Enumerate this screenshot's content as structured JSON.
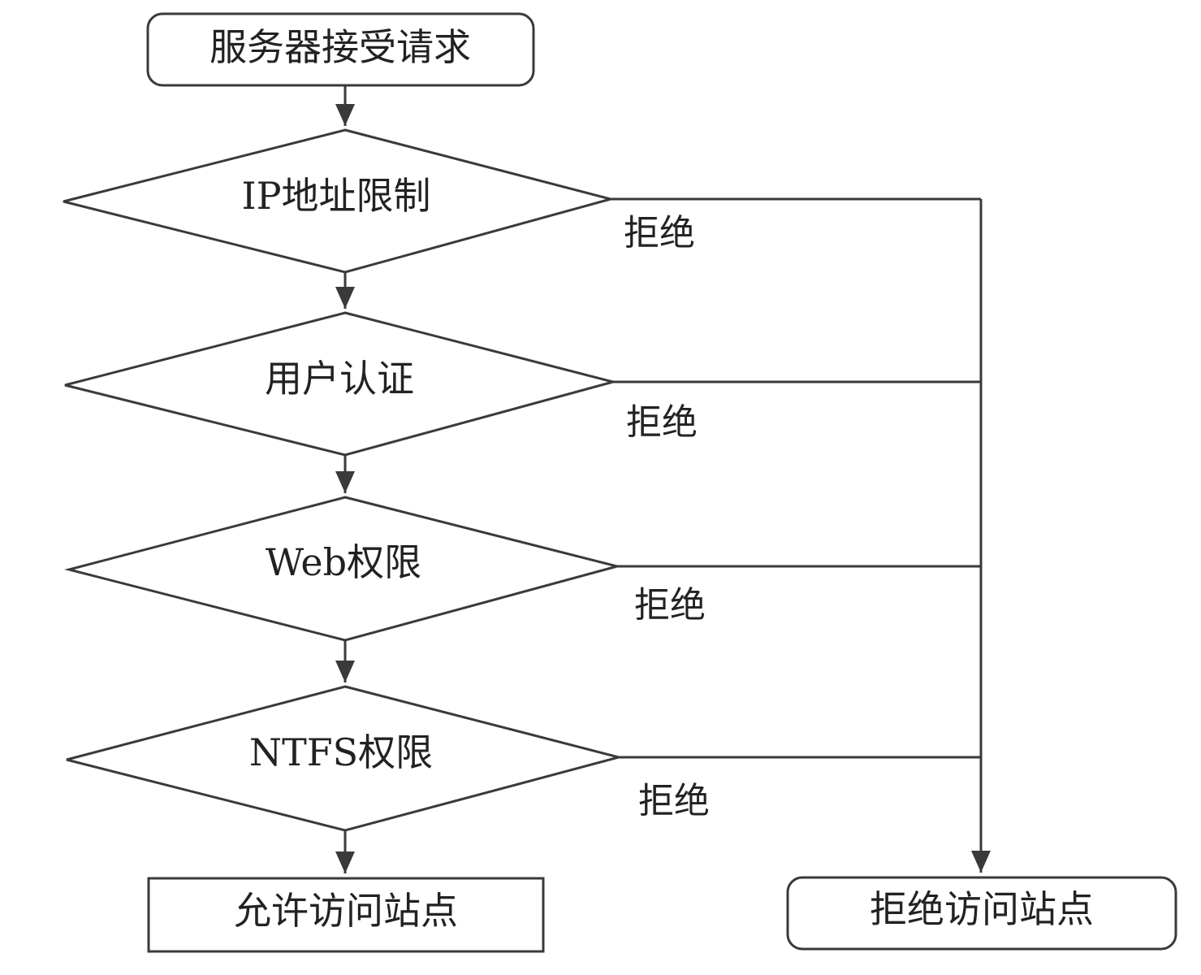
{
  "flowchart": {
    "start": "服务器接受请求",
    "checks": [
      "IP地址限制",
      "用户认证",
      "Web权限",
      "NTFS权限"
    ],
    "reject_label": "拒绝",
    "allow_end": "允许访问站点",
    "reject_end": "拒绝访问站点"
  }
}
